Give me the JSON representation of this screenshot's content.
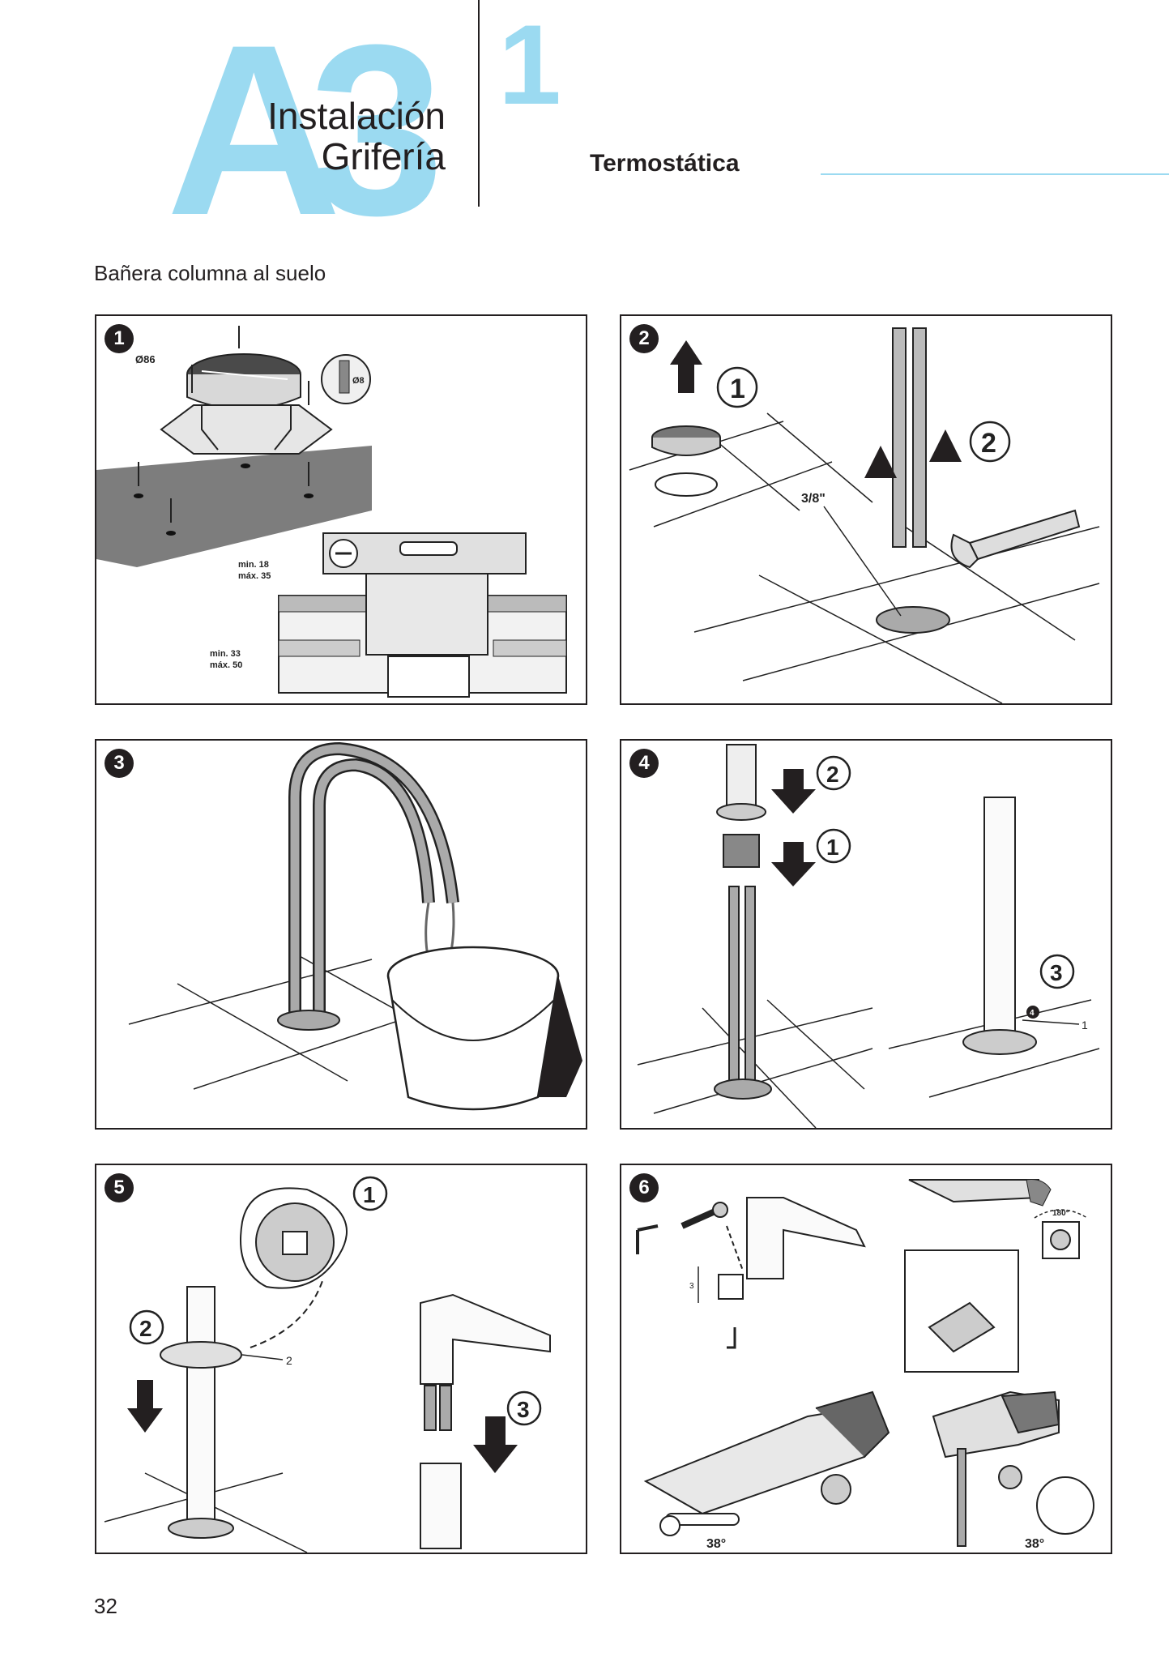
{
  "header": {
    "big_letters": "A3",
    "title_line1": "Instalación",
    "title_line2": "Grifería",
    "chapter_number": "1",
    "subtitle": "Termostática"
  },
  "section_title": "Bañera columna al suelo",
  "panels": [
    {
      "step": "1",
      "labels": {
        "diameter": "Ø86",
        "drill": "Ø8",
        "min18": "min. 18",
        "max35": "máx. 35",
        "min33": "min. 33",
        "max50": "máx. 50"
      }
    },
    {
      "step": "2",
      "labels": {
        "callout1": "1",
        "callout2": "2",
        "thread": "3/8\""
      }
    },
    {
      "step": "3",
      "labels": {}
    },
    {
      "step": "4",
      "labels": {
        "callout1": "1",
        "callout2": "2",
        "callout3": "3",
        "part1": "1",
        "part4": "4"
      }
    },
    {
      "step": "5",
      "labels": {
        "callout1": "1",
        "callout2": "2",
        "callout3": "3",
        "part2": "2"
      }
    },
    {
      "step": "6",
      "labels": {
        "part3": "3",
        "angle180": "180°",
        "temp1": "38°",
        "temp2": "38°"
      }
    }
  ],
  "page_number": "32",
  "colors": {
    "accent": "#9bdaf1",
    "text": "#231f20"
  }
}
